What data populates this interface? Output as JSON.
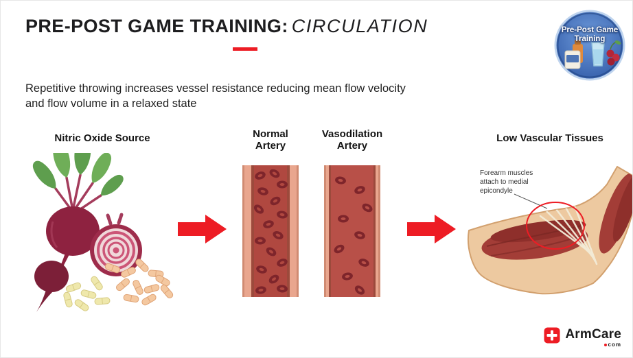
{
  "title": {
    "main": "PRE-POST GAME TRAINING:",
    "emphasis": "CIRCULATION"
  },
  "badge": {
    "line1": "Pre-Post Game",
    "line2": "Training"
  },
  "subtitle": "Repetitive throwing increases vessel resistance reducing mean flow velocity and flow volume in a relaxed state",
  "sections": {
    "nitric_oxide": {
      "label": "Nitric Oxide Source"
    },
    "normal_artery": {
      "label": "Normal Artery"
    },
    "vasodilation_artery": {
      "label": "Vasodilation Artery"
    },
    "low_vascular": {
      "label": "Low Vascular Tissues",
      "annotation": "Forearm muscles attach to medial epicondyle"
    }
  },
  "logo": {
    "brand_part1": "Arm",
    "brand_part2": "Care",
    "domain": "com"
  },
  "colors": {
    "accent-red": "#ED1C24",
    "title-ink": "#1D1D1F",
    "badge-blue": "#3D6CBF",
    "beet-red": "#8E2240",
    "artery-wall": "#E9A68E",
    "artery-lumen": "#B04840",
    "skin-tone": "#EDC9A0"
  }
}
